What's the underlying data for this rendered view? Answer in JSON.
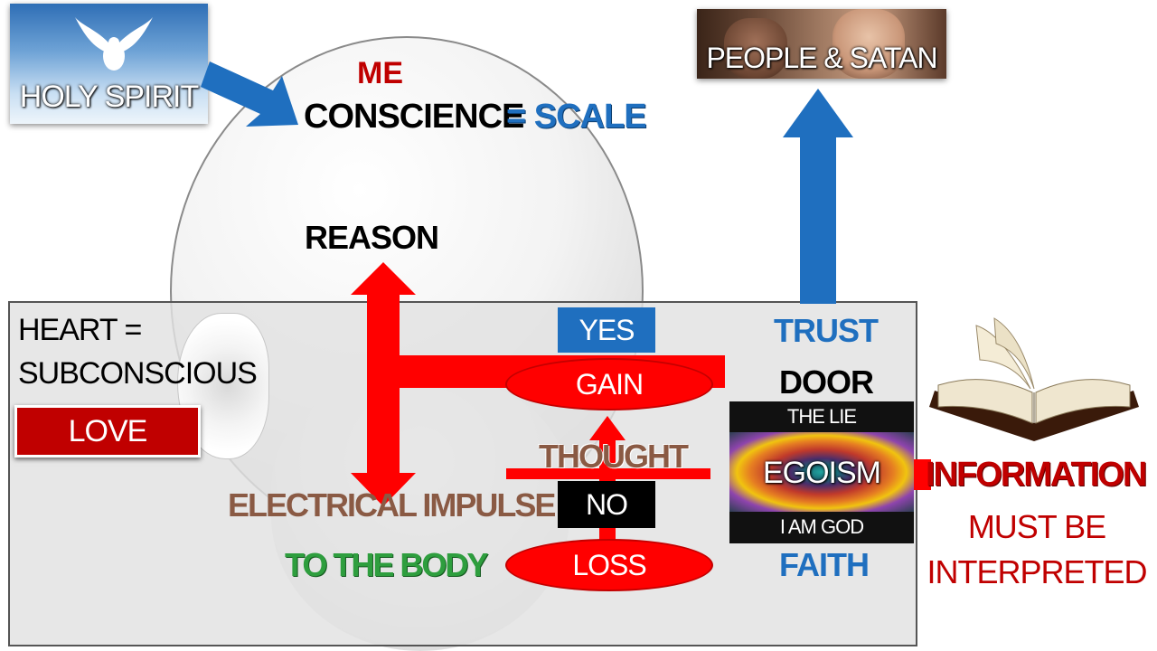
{
  "head": {
    "me": "ME",
    "conscience": "CONSCIENCE",
    "scale": "= SCALE",
    "reason": "REASON"
  },
  "images": {
    "holy_spirit": "HOLY SPIRIT",
    "people_satan": "PEOPLE & SATAN"
  },
  "heart": {
    "line1": "HEART =",
    "line2": "SUBCONSCIOUS",
    "love": "LOVE"
  },
  "flow": {
    "yes": "YES",
    "gain": "GAIN",
    "thought": "THOUGHT",
    "no": "NO",
    "loss": "LOSS",
    "electrical_impulse": "ELECTRICAL IMPULSE",
    "to_the_body": "TO THE BODY"
  },
  "right": {
    "trust": "TRUST",
    "door": "DOOR",
    "the_lie": "THE LIE",
    "egoism": "EGOISM",
    "i_am_god": "I AM GOD",
    "faith": "FAITH",
    "information": "INFORMATION",
    "must_be": "MUST BE",
    "interpreted": "INTERPRETED"
  },
  "colors": {
    "red": "#ff0000",
    "dark_red": "#c00000",
    "blue": "#1f6fbf",
    "green": "#2e9e3e",
    "brown": "#8a5a44"
  }
}
